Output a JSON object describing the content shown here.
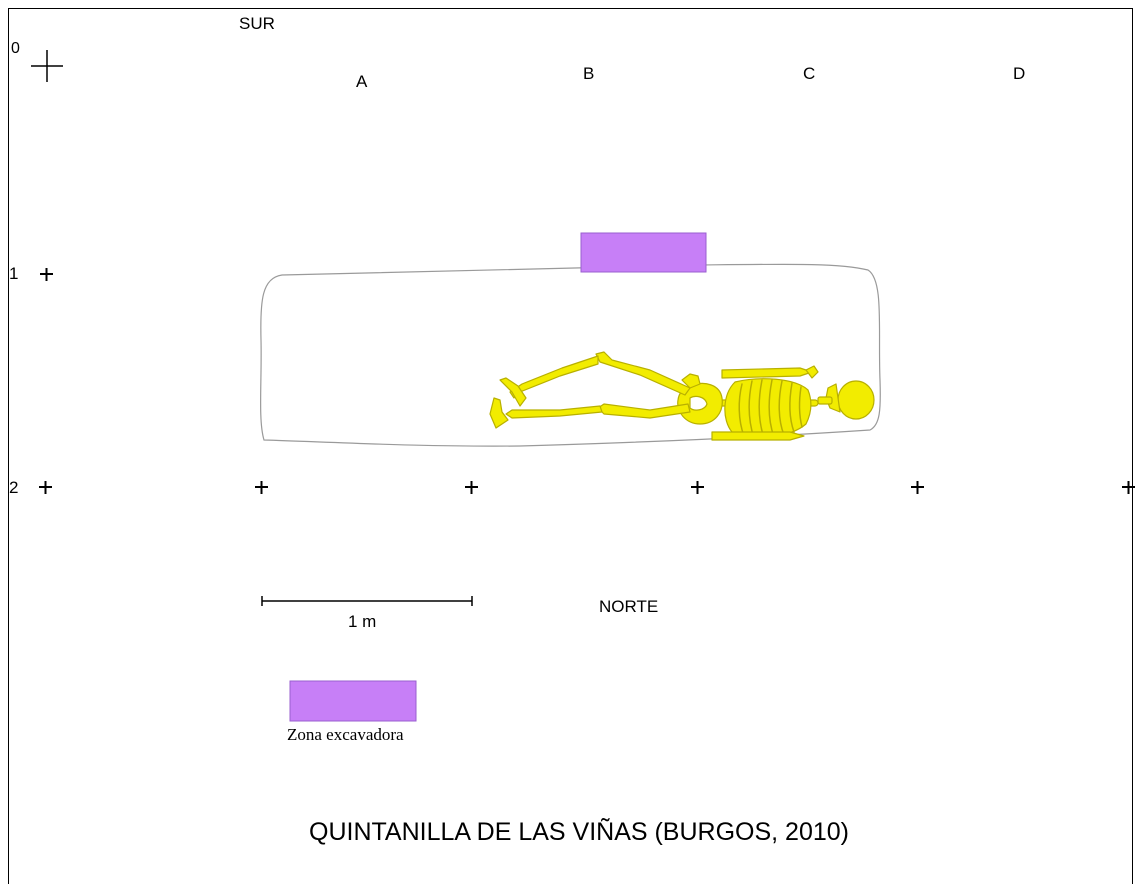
{
  "orientation": {
    "top": "SUR",
    "bottom": "NORTE"
  },
  "grid": {
    "columns": [
      "A",
      "B",
      "C",
      "D"
    ],
    "rows": [
      "0",
      "1",
      "2"
    ]
  },
  "scale": {
    "label": "1 m"
  },
  "legend": {
    "label": "Zona excavadora",
    "color": "#c77ff7"
  },
  "title": "QUINTANILLA DE LAS VIÑAS (BURGOS, 2010)",
  "colors": {
    "skeleton": "#f2ec00",
    "skeleton_outline": "#c9c100",
    "grave_outline": "#999999",
    "excavation": "#c77ff7"
  },
  "icons": [
    "crosshair-icon",
    "grid-marker-icon",
    "skeleton-icon"
  ]
}
